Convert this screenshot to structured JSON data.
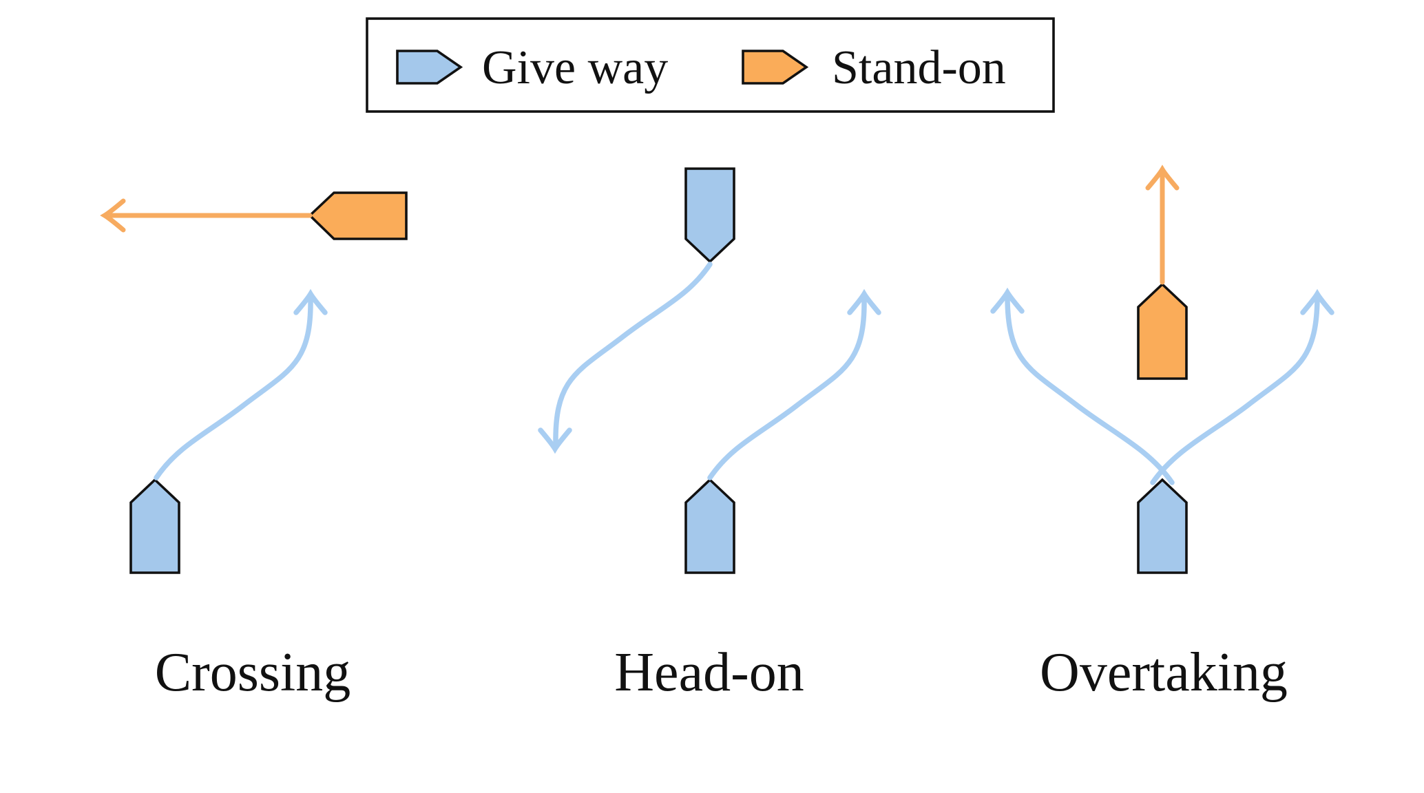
{
  "legend": {
    "items": [
      {
        "label": "Give way",
        "color": "#A4C8EB"
      },
      {
        "label": "Stand-on",
        "color": "#FAAC59"
      }
    ]
  },
  "scenarios": [
    {
      "label": "Crossing",
      "boats": [
        {
          "role": "give-way",
          "heading": "north",
          "path_arrow": "curves starboard (up-right)"
        },
        {
          "role": "stand-on",
          "heading": "west",
          "path_arrow": "straight ahead (left)"
        }
      ]
    },
    {
      "label": "Head-on",
      "boats": [
        {
          "role": "give-way",
          "heading": "south",
          "path_arrow": "curves starboard (down-left)"
        },
        {
          "role": "give-way",
          "heading": "north",
          "path_arrow": "curves starboard (up-right)"
        }
      ]
    },
    {
      "label": "Overtaking",
      "boats": [
        {
          "role": "stand-on",
          "heading": "north",
          "path_arrow": "straight ahead (up)"
        },
        {
          "role": "give-way",
          "heading": "north",
          "path_arrow": "passes either side (up-left or up-right)"
        }
      ]
    }
  ],
  "colors": {
    "give_way_fill": "#A4C8EB",
    "give_way_arrow": "#A9CEF2",
    "stand_on_fill": "#FAAC59",
    "stand_on_arrow": "#F7AB60",
    "outline": "#111111",
    "background": "#FFFFFF"
  }
}
